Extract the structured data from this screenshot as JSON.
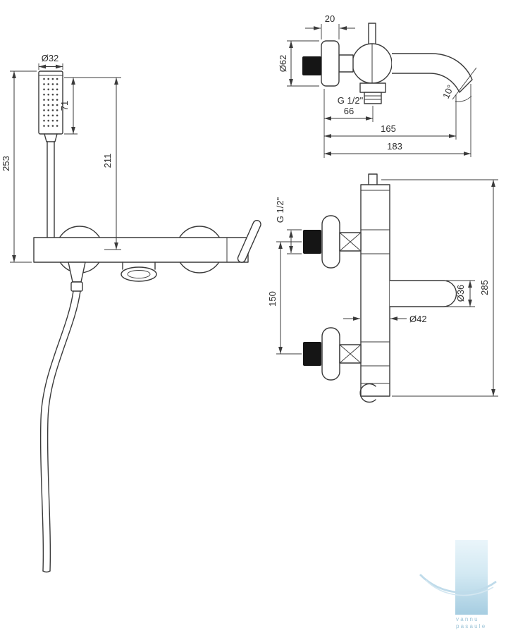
{
  "drawing": {
    "type": "technical-dimension-drawing",
    "subject": "wall-mounted bath mixer tap with hand shower"
  },
  "colors": {
    "line": "#3a3a3a",
    "fill_black": "#151515",
    "watermark_blue": "#9cc4d8"
  },
  "front_view": {
    "d32": "Ø32",
    "d71": "71",
    "d211": "211",
    "d253": "253"
  },
  "top_view": {
    "d20": "20",
    "d62": "Ø62",
    "thread": "G 1/2\"",
    "d66": "66",
    "d165": "165",
    "d183": "183",
    "angle": "10°"
  },
  "side_view": {
    "thread": "G 1/2\"",
    "d150": "150",
    "d36": "Ø36",
    "d42": "Ø42",
    "d285": "285"
  },
  "watermark": {
    "line1": "vannu",
    "line2": "pasaule"
  }
}
